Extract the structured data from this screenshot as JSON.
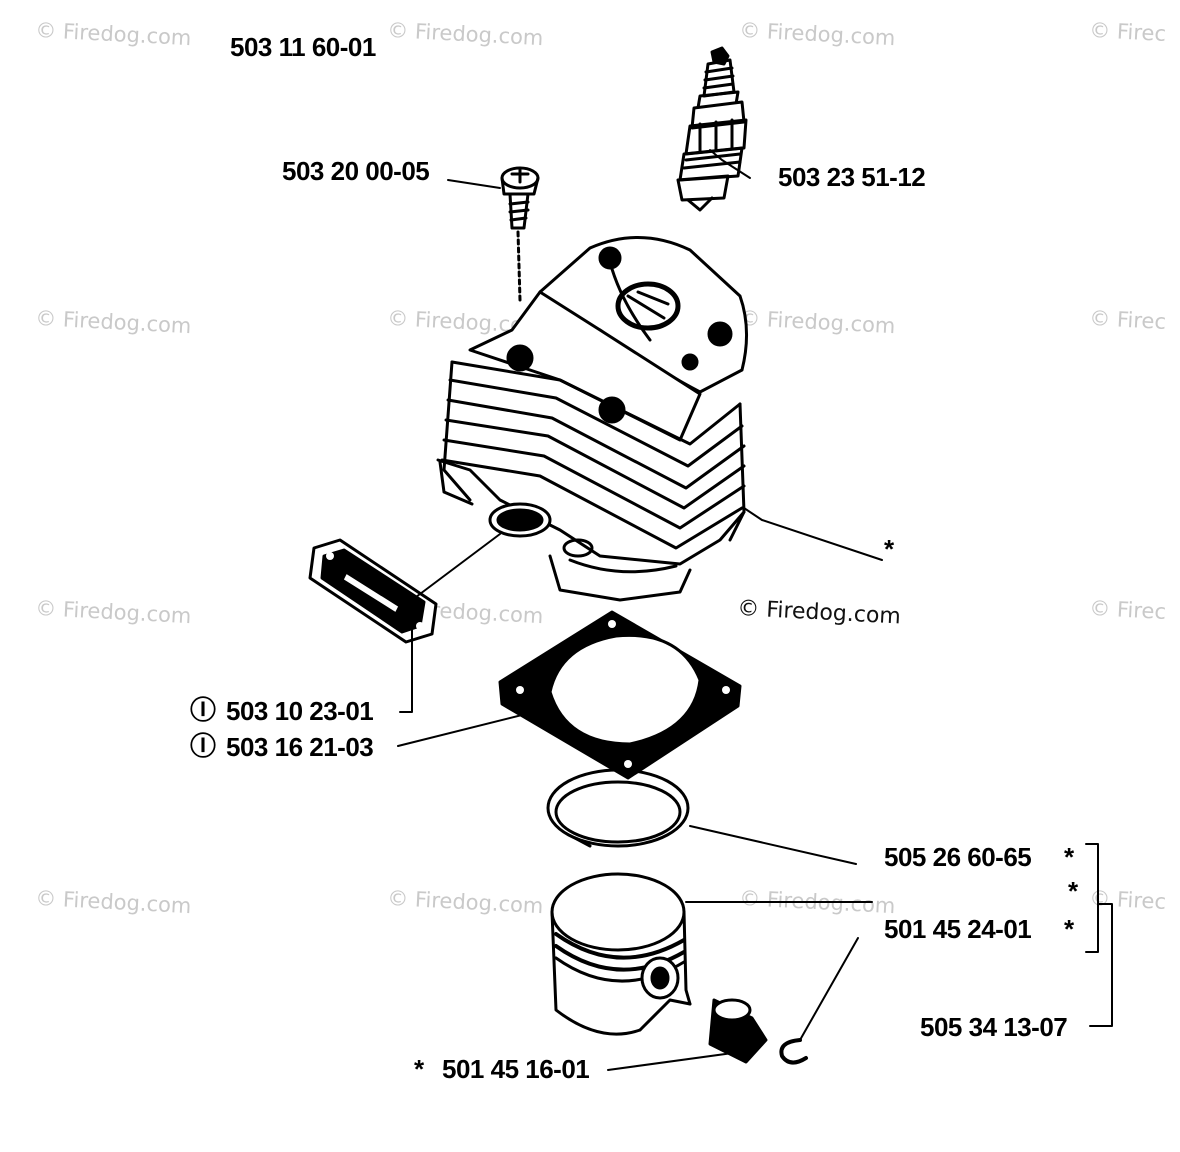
{
  "assembly_number": "503 11 60-01",
  "watermark_text": "© Firedog.com",
  "watermark_partial_text": "© Firec",
  "labels": {
    "screw": "503 20 00-05",
    "spark_plug": "503 23 51-12",
    "cylinder_star": "*",
    "gasket_marker": "Ⓘ",
    "exhaust_gasket": "503 10 23-01",
    "cylinder_gasket": "503 16 21-03",
    "piston_ring": "505 26 60-65",
    "piston_ring_star": "*",
    "bracket_mid_star": "*",
    "piston": "501 45 24-01",
    "piston_star": "*",
    "kit": "505 34 13-07",
    "bearing_star": "*",
    "needle_bearing": "501 45 16-01"
  },
  "colors": {
    "ink": "#000000",
    "watermark": "#c9c9c9"
  }
}
